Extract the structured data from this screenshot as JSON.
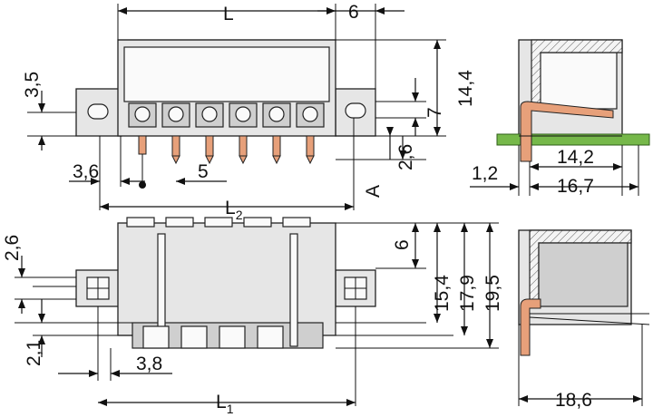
{
  "dimensions": {
    "L": "L",
    "dim_6_top": "6",
    "dim_3_5": "3,5",
    "dim_14_4": "14,4",
    "dim_7": "7",
    "dim_2_6_right": "2,6",
    "dim_3_6": "3,6",
    "dim_5": "5",
    "L2_main": "L",
    "L2_sub": "2",
    "A": "A",
    "dim_1_2": "1,2",
    "dim_14_2": "14,2",
    "dim_16_7": "16,7",
    "dim_2_6_left": "2,6",
    "dim_6_side": "6",
    "dim_15_4": "15,4",
    "dim_17_9": "17,9",
    "dim_19_5": "19,5",
    "dim_2_1": "2,1",
    "dim_3_8": "3,8",
    "L1_main": "L",
    "L1_sub": "1",
    "dim_18_6": "18,6"
  },
  "colors": {
    "housing": "#e6e6e6",
    "pin": "#e7a07a",
    "pcb": "#76b84a"
  }
}
